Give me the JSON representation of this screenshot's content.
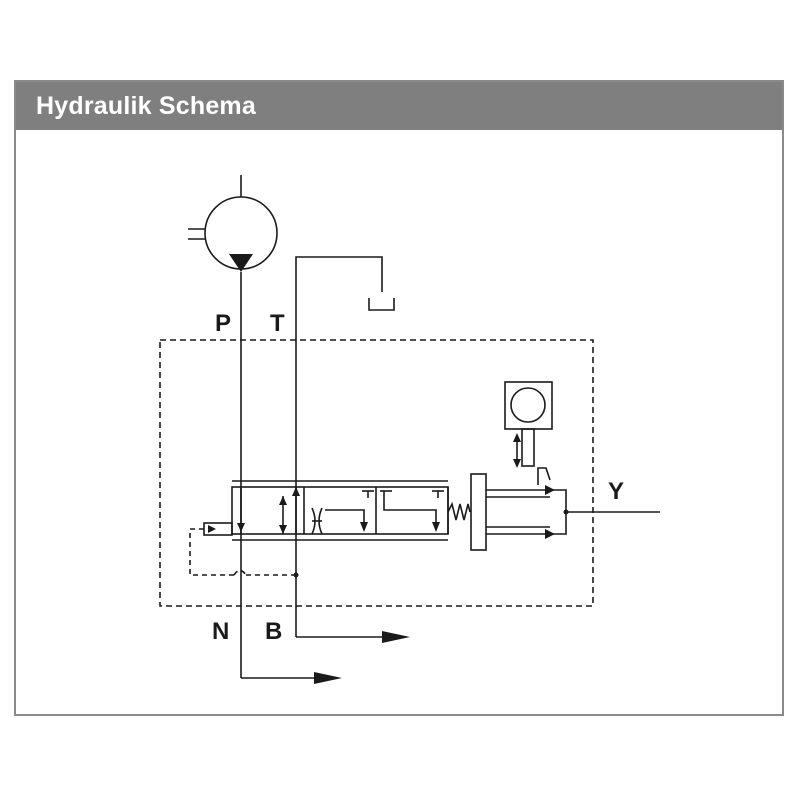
{
  "header": {
    "title": "Hydraulik Schema"
  },
  "ports": {
    "p": "P",
    "t": "T",
    "n": "N",
    "b": "B",
    "y": "Y"
  },
  "colors": {
    "header_bg": "#7f7f80",
    "header_text": "#ffffff",
    "border": "#8a8a8a",
    "line": "#1a1a1a"
  }
}
